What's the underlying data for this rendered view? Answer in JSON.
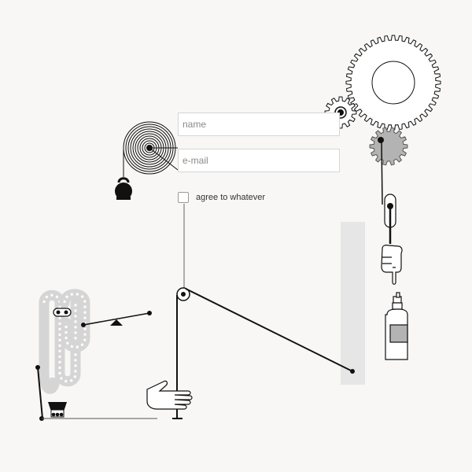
{
  "form": {
    "name_placeholder": "name",
    "email_placeholder": "e-mail",
    "agree_label": "agree to whatever"
  },
  "colors": {
    "background": "#f8f7f5",
    "line": "#111111",
    "gear_grey": "#b3b3b3",
    "chain_grey": "#d9d9d9",
    "panel_grey": "#e5e5e5"
  },
  "icons": [
    "large-gear-icon",
    "small-gear-icon",
    "grey-gear-icon",
    "spiral-spring-icon",
    "kettlebell-icon",
    "hand-pointing-icon",
    "spray-bottle-icon",
    "open-hand-icon",
    "chain-loop-icon",
    "seesaw-icon",
    "minecart-icon"
  ]
}
